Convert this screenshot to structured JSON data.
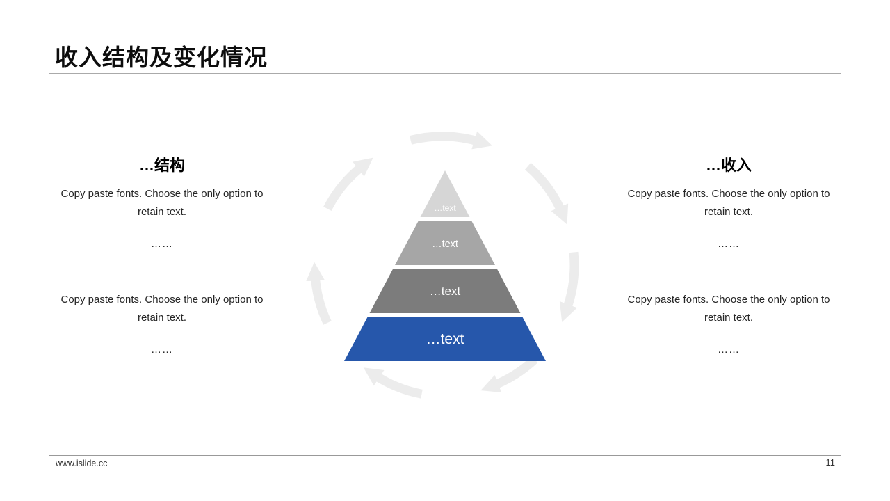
{
  "slide": {
    "title": "收入结构及变化情况",
    "footer": {
      "url": "www.islide.cc",
      "page_number": "11"
    }
  },
  "left_panel": {
    "heading": "…结构",
    "block1": {
      "body": "Copy paste fonts. Choose the only option to retain text.",
      "more": "……"
    },
    "block2": {
      "body": "Copy paste fonts. Choose the only option to retain text.",
      "more": "……"
    }
  },
  "right_panel": {
    "heading": "…收入",
    "block1": {
      "body": "Copy paste fonts. Choose the only option to retain text.",
      "more": "……"
    },
    "block2": {
      "body": "Copy paste fonts. Choose the only option to retain text.",
      "more": "……"
    }
  },
  "diagram": {
    "type": "pyramid-with-cycle-arrows",
    "arrow_color": "#ececec",
    "levels": [
      {
        "label": "…text",
        "color": "#d6d6d6"
      },
      {
        "label": "…text",
        "color": "#a6a6a6"
      },
      {
        "label": "…text",
        "color": "#7c7c7c"
      },
      {
        "label": "…text",
        "color": "#2657ab"
      }
    ]
  }
}
